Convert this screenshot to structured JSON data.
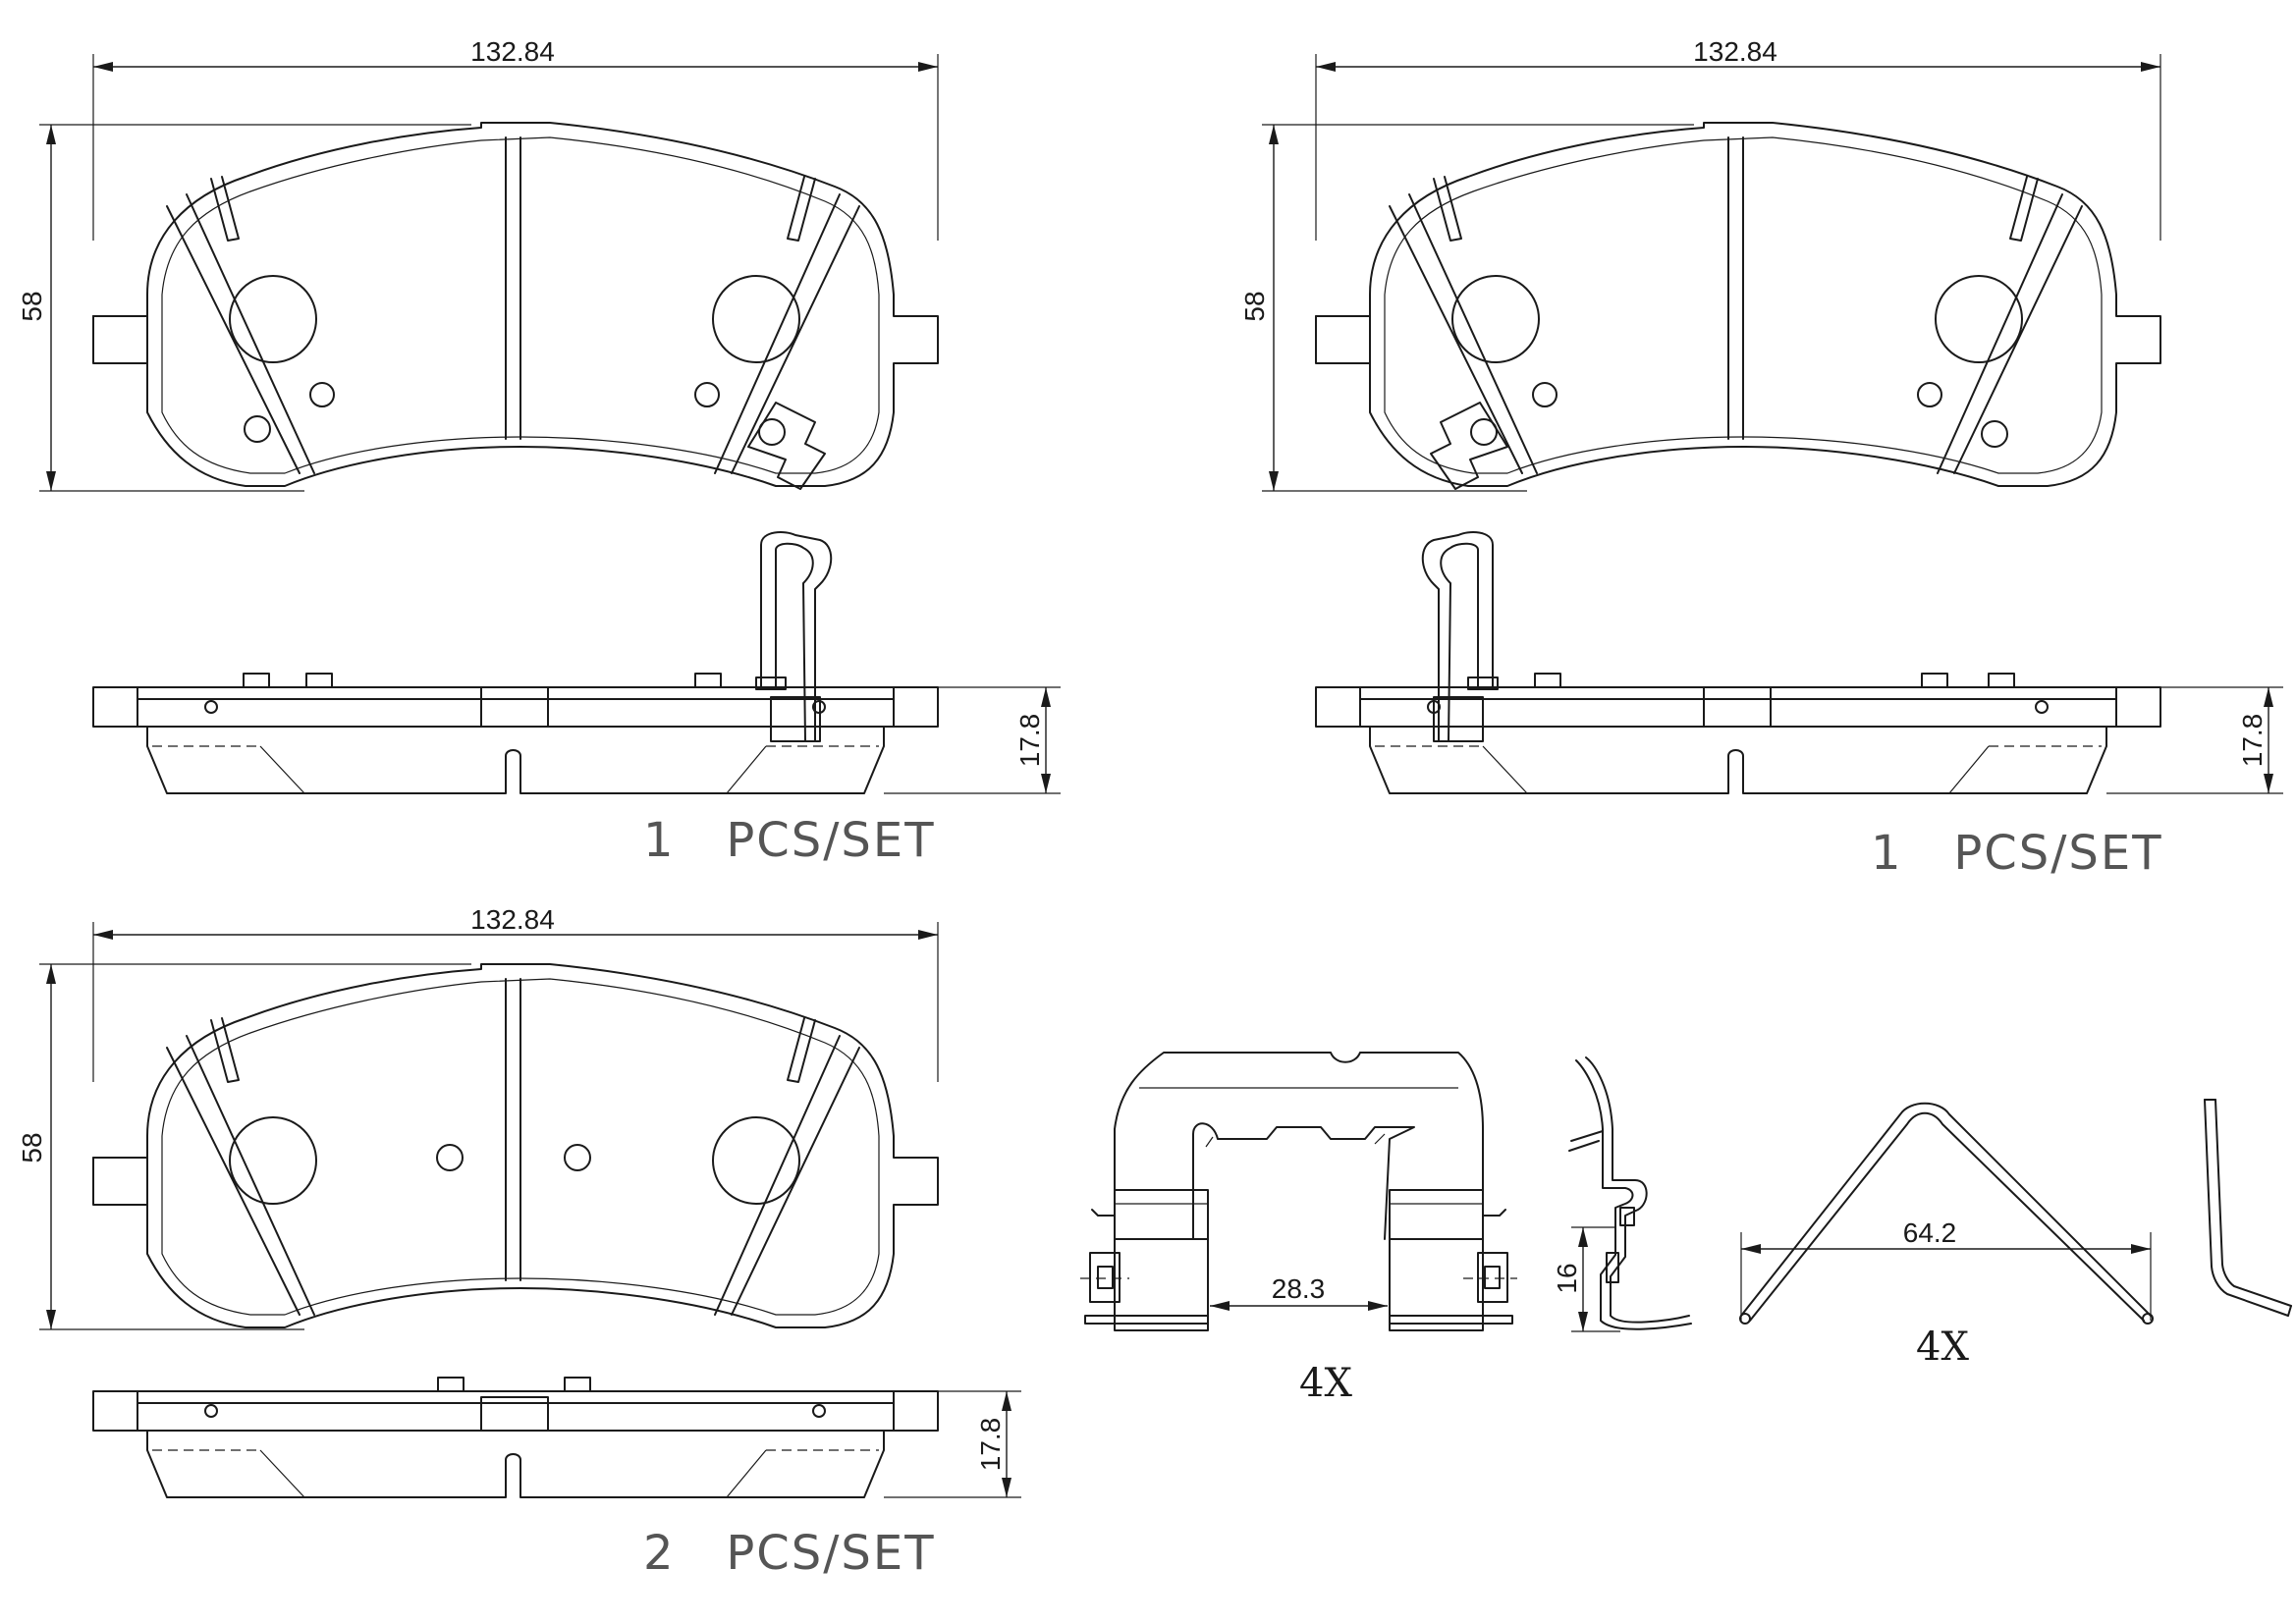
{
  "views": {
    "pad_top_left": {
      "width_dim": "132.84",
      "height_dim": "58",
      "thickness_dim": "17.8",
      "quantity_label": "1   PCS/SET"
    },
    "pad_top_right": {
      "width_dim": "132.84",
      "height_dim": "58",
      "thickness_dim": "17.8",
      "quantity_label": "1   PCS/SET"
    },
    "pad_bottom_left": {
      "width_dim": "132.84",
      "height_dim": "58",
      "thickness_dim": "17.8",
      "quantity_label": "2   PCS/SET"
    },
    "clip_hardware": {
      "spacing_dim": "28.3",
      "side_height_dim": "16",
      "quantity_label": "4X"
    },
    "spring_hardware": {
      "span_dim": "64.2",
      "quantity_label": "4X"
    }
  }
}
